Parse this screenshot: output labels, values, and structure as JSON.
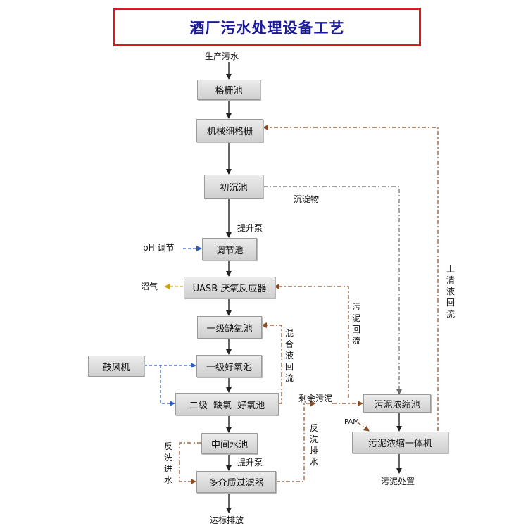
{
  "title": "酒厂污水处理设备工艺",
  "nodes": {
    "grid_pool": "格栅池",
    "fine_grid": "机械细格栅",
    "primary_settling": "初沉池",
    "regulating_pool": "调节池",
    "uasb": "UASB 厌氧反应器",
    "anoxic_1": "一级缺氧池",
    "aerobic_1": "一级好氧池",
    "anoxic_aerobic_2": "二级  缺氧  好氧池",
    "blower": "鼓风机",
    "intermediate_pool": "中间水池",
    "multimedia_filter": "多介质过滤器",
    "sludge_thickening": "污泥浓缩池",
    "sludge_dewatering": "污泥浓缩一体机"
  },
  "labels": {
    "influent": "生产污水",
    "sediment": "沉淀物",
    "lift_pump_1": "提升泵",
    "ph_adjust": "pH 调节",
    "biogas": "沼气",
    "excess_sludge": "剩余污泥",
    "pam": "PAM",
    "lift_pump_2": "提升泵",
    "discharge": "达标排放",
    "sludge_disposal": "污泥处置",
    "supernatant_return": "上清液回流",
    "sludge_return": "污泥回流",
    "mixed_liquor_return": "混合液回流",
    "backwash_in": "反洗进水",
    "backwash_out": "反洗排水"
  },
  "colors": {
    "title_border": "#e0161f",
    "title_text": "#1a1a9e",
    "main_flow": "#222222",
    "return_flow": "#8a4a26",
    "air_flow": "#2d5fc9",
    "biogas_flow": "#d4a200",
    "sediment_flow": "#6a6a6a"
  }
}
